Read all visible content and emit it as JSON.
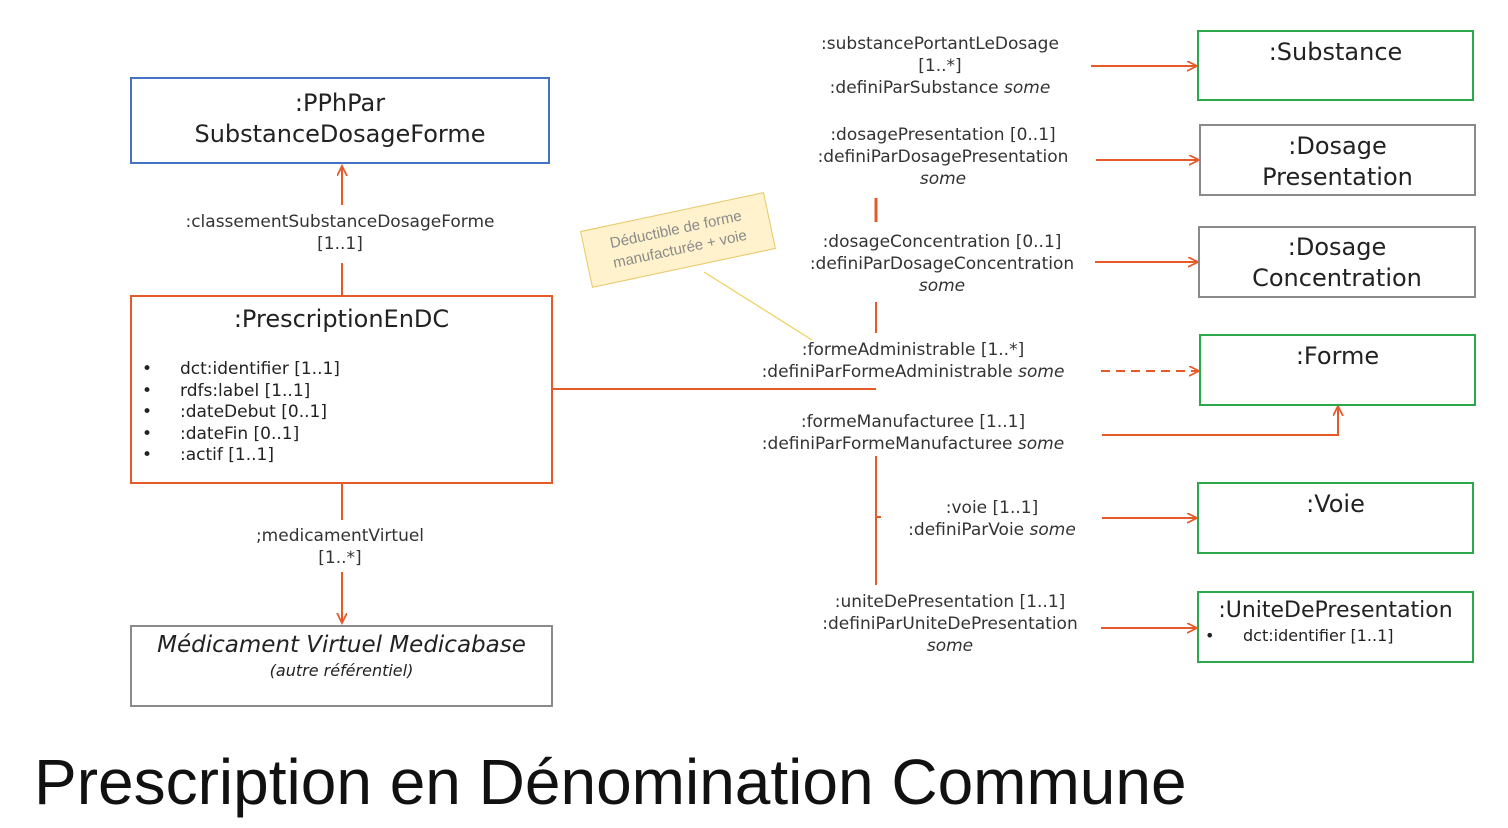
{
  "title": "Prescription en Dénomination Commune",
  "colors": {
    "relation": "#e65a2a",
    "primary_box": "#4472c4",
    "target_box": "#2aa84a",
    "neutral_box": "#8a8a8a",
    "note_fill": "#fff2cc"
  },
  "boxes": {
    "pphpar": {
      "title": ":PPhPar\nSubstanceDosageForme"
    },
    "prescription": {
      "title": ":PrescriptionEnDC",
      "attributes": [
        "dct:identifier [1..1]",
        "rdfs:label [1..1]",
        ":dateDebut [0..1]",
        ":dateFin [0..1]",
        ":actif  [1..1]"
      ]
    },
    "medicament": {
      "title": "Médicament Virtuel Medicabase",
      "subtitle": "(autre référentiel)"
    },
    "substance": {
      "title": ":Substance"
    },
    "dosage_presentation": {
      "title": ":Dosage\nPresentation"
    },
    "dosage_concentration": {
      "title": ":Dosage\nConcentration"
    },
    "forme": {
      "title": ":Forme"
    },
    "voie": {
      "title": ":Voie"
    },
    "unite": {
      "title": ":UniteDePresentation",
      "attributes": [
        "dct:identifier [1..1]"
      ]
    }
  },
  "relations": {
    "classement": {
      "line1": ":classementSubstanceDosageForme",
      "line2": "[1..1]"
    },
    "medicament_virtuel": {
      "line1": ";medicamentVirtuel",
      "line2": "[1..*]"
    },
    "substance": {
      "line1": ":substancePortantLeDosage",
      "line2": "[1..*]",
      "line3": ":definiParSubstance ",
      "kw": "some"
    },
    "dosage_presentation": {
      "line1": ":dosagePresentation [0..1]",
      "line2": ":definiParDosagePresentation",
      "kw": "some"
    },
    "dosage_concentration": {
      "line1": ":dosageConcentration [0..1]",
      "line2": ":definiParDosageConcentration",
      "kw": "some"
    },
    "forme_administrable": {
      "line1": ":formeAdministrable [1..*]",
      "line2": ":definiParFormeAdministrable ",
      "kw": "some"
    },
    "forme_manufacturee": {
      "line1": ":formeManufacturee  [1..1]",
      "line2": ":definiParFormeManufacturee ",
      "kw": "some"
    },
    "voie": {
      "line1": ":voie [1..1]",
      "line2": ":definiParVoie ",
      "kw": "some"
    },
    "unite": {
      "line1": ":uniteDePresentation [1..1]",
      "line2": ":definiParUniteDePresentation",
      "kw": "some"
    }
  },
  "note": {
    "text": "Déductible de forme manufacturée + voie"
  }
}
